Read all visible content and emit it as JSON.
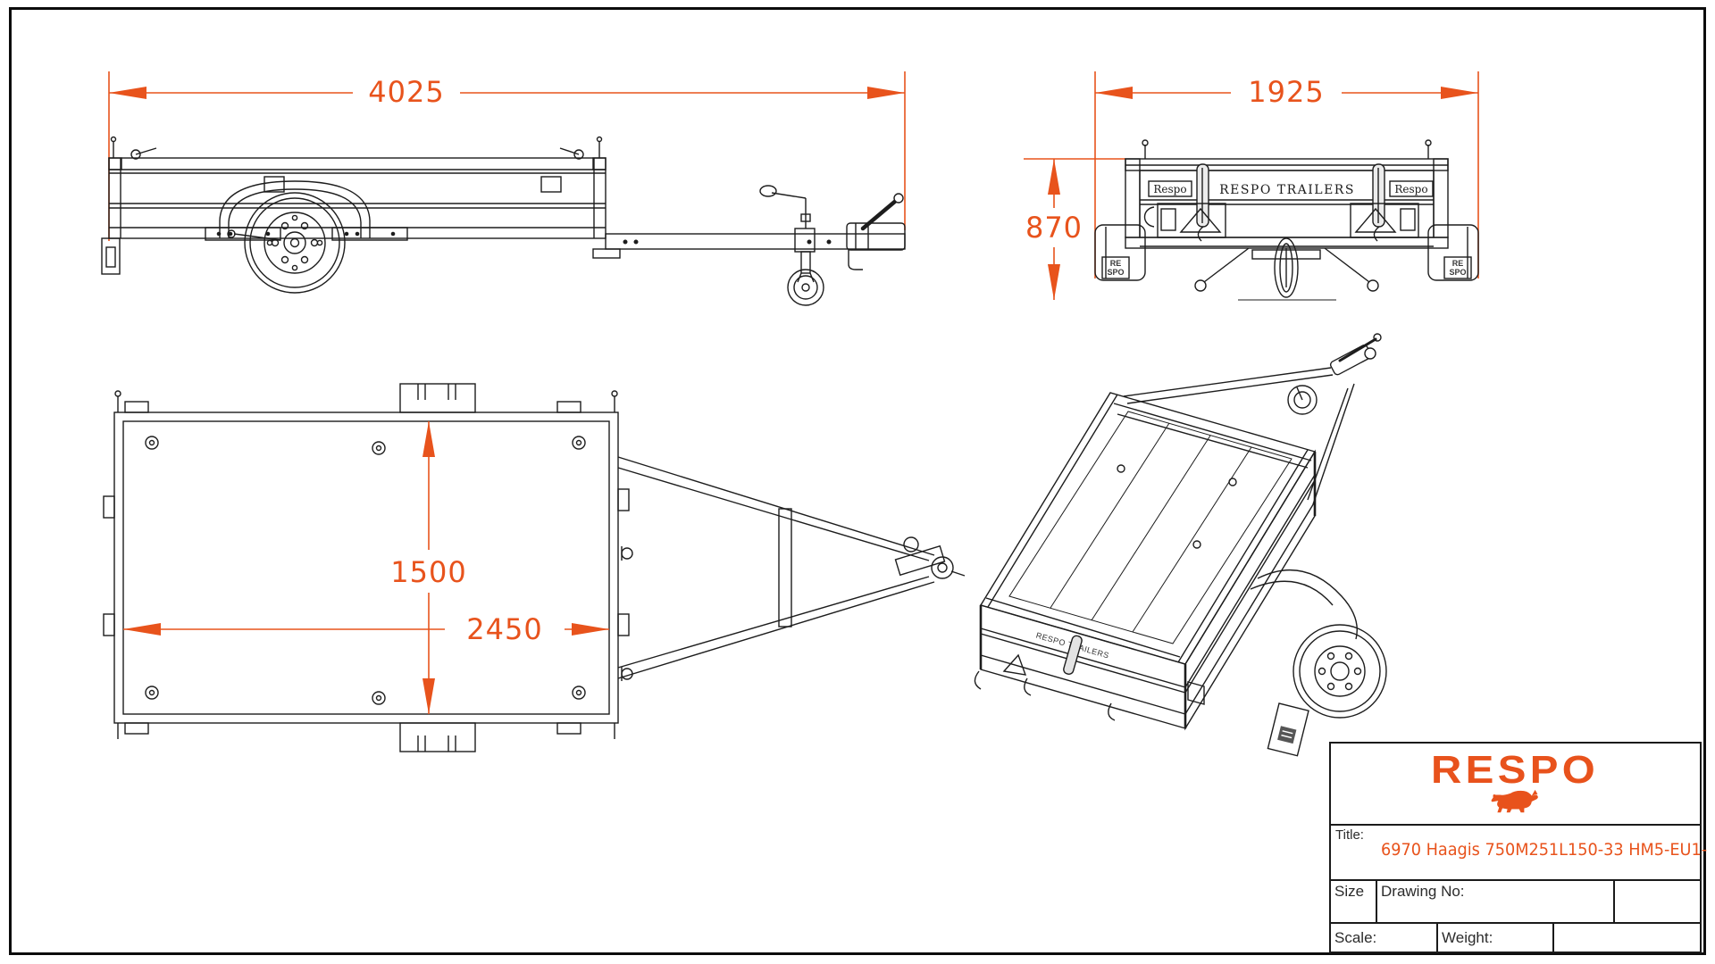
{
  "colors": {
    "accent": "#e8531c",
    "line": "#1d1d1d",
    "background": "#ffffff"
  },
  "drawing": {
    "side_view": {
      "length_dim": "4025"
    },
    "rear_view": {
      "width_dim": "1925",
      "height_dim": "870",
      "tailgate_text": "RESPO TRAILERS",
      "hinge_label_left": "Respo",
      "hinge_label_right": "Respo",
      "fender_logo_line1": "RE",
      "fender_logo_line2": "SPO"
    },
    "top_view": {
      "inner_length_dim": "2450",
      "inner_width_dim": "1500"
    },
    "iso_view": {
      "gate_text": "RESPO TRAILERS"
    }
  },
  "title_block": {
    "brand": "RESPO",
    "title_label": "Title:",
    "title_value": "6970 Haagis 750M251L150-33 HM5-EU1-",
    "size_label": "Size",
    "drawing_no_label": "Drawing No:",
    "scale_label": "Scale:",
    "weight_label": "Weight:"
  }
}
